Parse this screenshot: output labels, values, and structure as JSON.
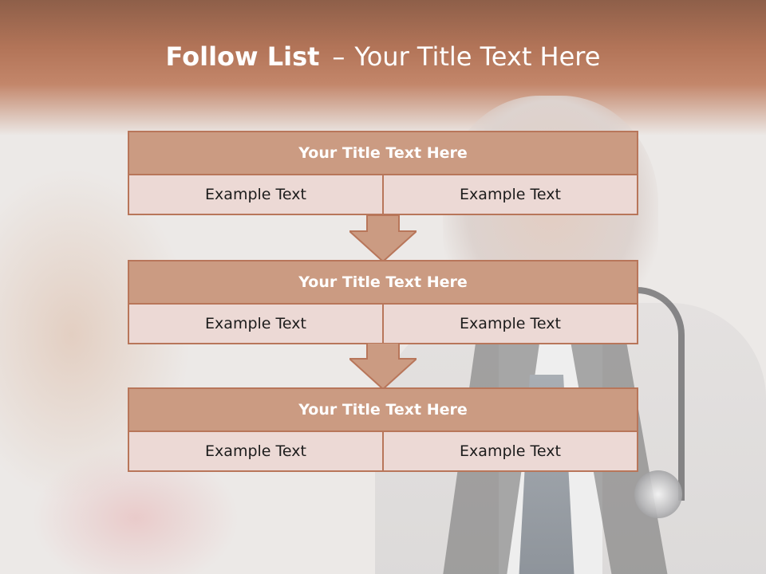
{
  "slide": {
    "title_bold": "Follow List",
    "title_separator": "–",
    "title_rest": "Your Title Text Here"
  },
  "blocks": [
    {
      "title": "Your Title Text Here",
      "left": "Example Text",
      "right": "Example Text"
    },
    {
      "title": "Your Title Text Here",
      "left": "Example Text",
      "right": "Example Text"
    },
    {
      "title": "Your Title Text Here",
      "left": "Example Text",
      "right": "Example Text"
    }
  ],
  "colors": {
    "header_fill": "#cb9b82",
    "border": "#b8765a",
    "cell_fill": "#ecd9d5",
    "top_band": "#b27458"
  },
  "icons": {
    "connector": "down-arrow-icon"
  }
}
